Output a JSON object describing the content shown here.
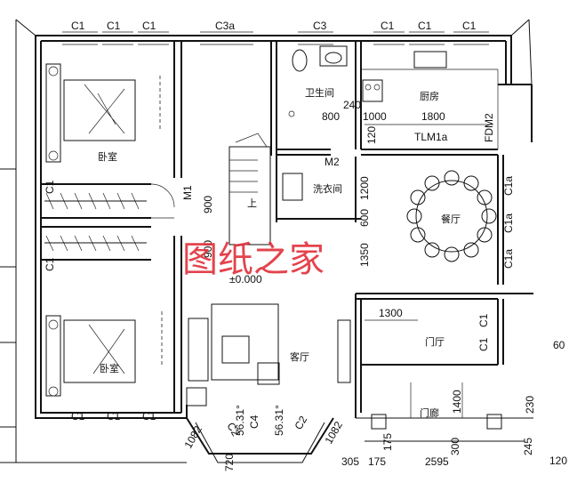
{
  "window_labels_top": [
    "C1",
    "C1",
    "C1",
    "C3a",
    "C3",
    "C1",
    "C1",
    "C1"
  ],
  "window_labels_bottom": [
    "C1",
    "C1",
    "C1"
  ],
  "window_labels_left": [
    "C1",
    "C1"
  ],
  "window_labels_right": [
    "C1a",
    "C1a",
    "C1a",
    "C1",
    "C1"
  ],
  "rooms": {
    "bedroom_top": "卧室",
    "bedroom_bottom": "卧室",
    "bathroom": "卫生间",
    "kitchen": "厨房",
    "laundry": "洗衣间",
    "dining": "餐厅",
    "living": "客厅",
    "foyer": "门厅",
    "porch": "门廊"
  },
  "doors": {
    "m1": "M1",
    "m2": "M2",
    "tlm1a": "TLM1a",
    "fdm2": "FDM2",
    "stair_up": "上"
  },
  "dimensions": {
    "d800": "800",
    "d240": "240",
    "d1000": "1000",
    "d1800": "1800",
    "d120": "120",
    "d1200": "1200",
    "d600": "600",
    "d1350": "1350",
    "d900a": "900",
    "d900b": "900",
    "d1300": "1300",
    "d1400": "1400",
    "d60": "60",
    "d1082a": "1082",
    "d1082b": "1082",
    "d720": "720",
    "d305": "305",
    "d175": "175",
    "d2595": "2595",
    "d300": "300",
    "d175b": "175",
    "d230": "230",
    "d120b": "120",
    "d245": "245",
    "c2a": "C2",
    "c2b": "C2",
    "c4": "C4",
    "ang1": "56.31°",
    "ang2": "56.31°"
  },
  "elevation": "±0.000",
  "watermark": "图纸之家"
}
